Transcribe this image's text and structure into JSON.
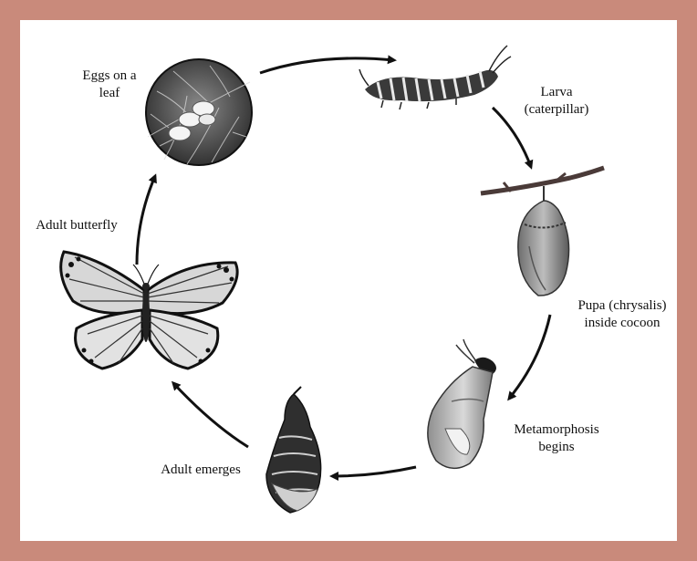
{
  "diagram": {
    "stages": [
      {
        "id": "eggs",
        "line1": "Eggs on a",
        "line2": "leaf",
        "icon": "eggs-on-leaf-icon"
      },
      {
        "id": "larva",
        "line1": "Larva",
        "line2": "(caterpillar)",
        "icon": "caterpillar-icon"
      },
      {
        "id": "pupa",
        "line1": "Pupa (chrysalis)",
        "line2": "inside cocoon",
        "icon": "chrysalis-icon"
      },
      {
        "id": "metamorphosis",
        "line1": "Metamorphosis",
        "line2": "begins",
        "icon": "changing-chrysalis-icon"
      },
      {
        "id": "emerges",
        "line1": "Adult emerges",
        "line2": "",
        "icon": "emerging-butterfly-icon"
      },
      {
        "id": "adult",
        "line1": "Adult butterfly",
        "line2": "",
        "icon": "butterfly-icon"
      }
    ],
    "colors": {
      "frame": "#c98a7b",
      "panel": "#ffffff",
      "arrow": "#111111"
    }
  }
}
